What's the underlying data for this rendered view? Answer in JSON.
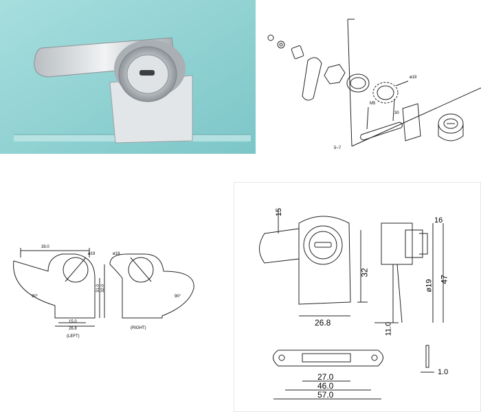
{
  "photo": {
    "caption": ""
  },
  "exploded": {
    "labels": {
      "dia": "ø19",
      "thread": "M5",
      "spacing": "30",
      "thickness": "5~7"
    }
  },
  "plan": {
    "left": {
      "dim_width": "39.0",
      "dia": "ø19",
      "dim_h1": "31.0",
      "dim_h2": "32.0",
      "angle": "90°",
      "dim_b1": "15.0",
      "dim_b2": "26.8",
      "caption": "(LEFT)"
    },
    "right": {
      "dia": "ø19",
      "angle": "90°",
      "caption": "(RIGHT)"
    }
  },
  "dims": {
    "front": {
      "top": "15",
      "height": "32",
      "width": "26.8"
    },
    "side": {
      "top": "16",
      "dia": "ø19",
      "height": "47",
      "offset": "11.0"
    },
    "plate": {
      "inner": "27.0",
      "mid": "46.0",
      "outer": "57.0",
      "thickness": "1.0"
    }
  },
  "colors": {
    "line": "#222222",
    "photo_bg": "#8ecfd0",
    "metal": "#d9dde0"
  }
}
